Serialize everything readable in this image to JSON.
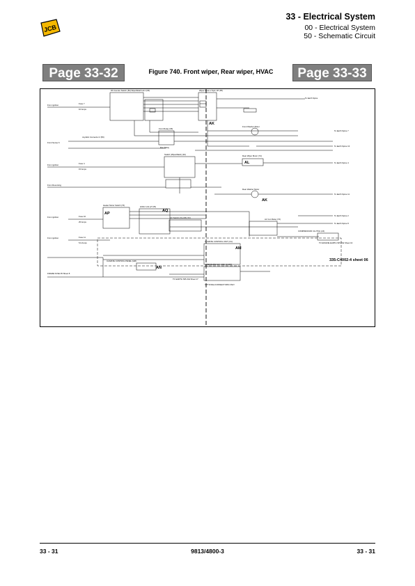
{
  "header": {
    "section_title": "33 - Electrical System",
    "subsection": "00 - Electrical System",
    "sub_subsection": "50 - Schematic Circuit",
    "logo_text": "JCB"
  },
  "nav": {
    "prev_page": "Page 33-32",
    "next_page": "Page 33-33"
  },
  "figure": {
    "caption": "Figure 740. Front wiper, Rear wiper, HVAC",
    "reference": "335-C4002-4 sheet 06",
    "labels": {
      "ak1": "AK",
      "al": "AL",
      "ak2": "AK",
      "ap": "AP",
      "aq": "AQ",
      "am": "AM",
      "an": "AN"
    },
    "small_text": {
      "wiper_counter_switch": "Wi Counter Switch (50) Wipe/Wash Hom (04)",
      "wiper_motor": "Wiper Motor 2 Spd. Wi (05)",
      "front_washer_motor": "Front Washer Motor",
      "front_relay": "Front Relay (06)",
      "joystick_connector": "Joystick Connector 2 (56)",
      "fuse_7": "Fuse 7",
      "fuse_4": "Fuse 4",
      "fuse_10": "Fuse 10",
      "fuse_11": "Fuse 11",
      "switch_wash": "Switch (Wipe/Wash) (02)",
      "rear_wiper_motor": "Rear Wiper Motor (74)",
      "rear_washer_motor": "Rear Washer Motor",
      "heater_motor_switch": "Heater Motor Switch (76)",
      "hvac_unit": "HVAC Unit (27,35)",
      "ac_switch": "AC Switch (On-Off) (72)",
      "air_con_relay": "Air Con Relay (72)",
      "compressor_clutch": "COMPRESSOR CLUTCH (24)",
      "climate_control_unit": "CLIMATE CONTROL UNIT (CU)",
      "climate_control_panel": "CLIMATE CONTROL PANEL (HM)",
      "pressure_sw": "PRESSURE SW. (OB) (CUST)",
      "engine_earth_splice": "TO ENGINE EARTH SPLICE Sheet 13",
      "to_earth_splice_7": "TO EARTH SPLICE Sheet 17",
      "frame_fuse": "FRAME FUSE 05 Sheet 8",
      "optional_note": "OPTIONAL/CONNECTORS ONLY",
      "to_earth_spine": "To Earth Spine",
      "from_ignition": "From ignition",
      "from_ignition_2": "From ignition",
      "from_ignition_3": "From ignition",
      "from_ignition_4": "From ignition",
      "from_reversing": "From Reversing",
      "amp_10": "10 Amps",
      "amp_15": "15 Amps",
      "amp_25": "25 Amps",
      "amp_5": "5.0 Amps",
      "front_sensor": "Front Sense 6",
      "run_relay": "Run Relay",
      "to_earth_7": "To Earth Spine 7",
      "to_earth_13": "To Earth Spine 13",
      "to_earth_4": "To Earth Spine 4",
      "to_earth_11": "To Earth Spine 11",
      "to_earth_2": "To Earth Spine 2",
      "to_earth_8": "To Earth Spine 8"
    }
  },
  "footer": {
    "left_page": "33 - 31",
    "doc_number": "9813/4800-3",
    "right_page": "33 - 31"
  }
}
